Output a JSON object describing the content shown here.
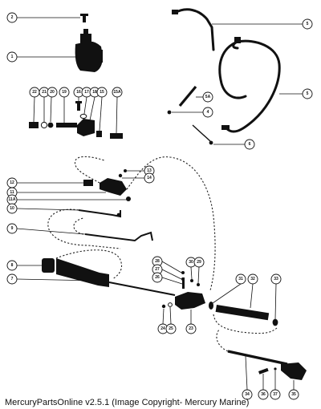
{
  "caption": "MercuryPartsOnline v2.5.1 (Image Copyright- Mercury Marine)",
  "callouts": [
    "2",
    "1",
    "22",
    "21",
    "20",
    "19",
    "16",
    "17",
    "18",
    "15",
    "15A",
    "5",
    "5",
    "5A",
    "4",
    "6",
    "13",
    "14",
    "12",
    "11",
    "11A",
    "10",
    "9",
    "8",
    "7",
    "28",
    "27",
    "26",
    "30",
    "29",
    "24",
    "25",
    "23",
    "31",
    "32",
    "33",
    "34",
    "36",
    "37",
    "35"
  ]
}
